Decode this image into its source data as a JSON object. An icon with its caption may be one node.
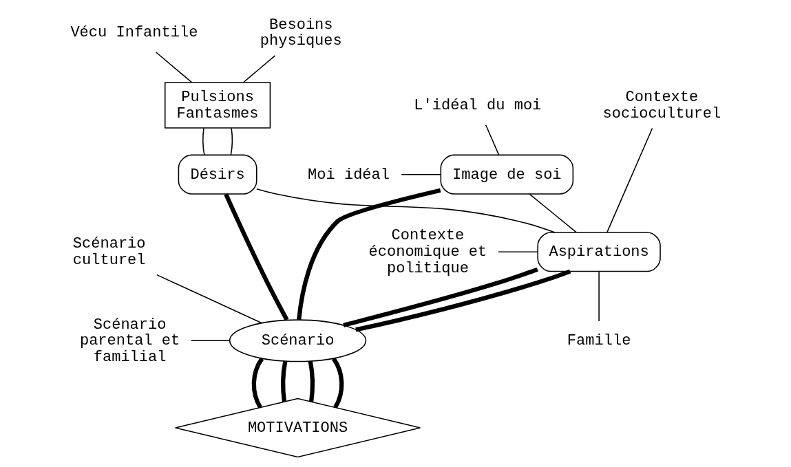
{
  "diagram": {
    "nodes": [
      {
        "text": [
          "Vécu Infantile"
        ]
      },
      {
        "text": [
          "Besoins physiques"
        ]
      },
      {
        "text": [
          "Pulsions Fantasmes"
        ]
      },
      {
        "text": [
          "Moi idéal"
        ]
      },
      {
        "text": [
          "Image de soi"
        ]
      },
      {
        "text": [
          "Désirs"
        ]
      },
      {
        "text": [
          "L'idéal du moi"
        ]
      },
      {
        "text": [
          "Contexte socioculturel"
        ]
      },
      {
        "text": [
          "Aspirations"
        ]
      },
      {
        "text": [
          "Contexte économique et politique"
        ]
      },
      {
        "text": [
          "Scénario parental et familial"
        ]
      },
      {
        "text": [
          "Scénario"
        ]
      },
      {
        "text": [
          "Famille"
        ]
      },
      {
        "text": [
          "Scénario culturel"
        ]
      },
      {
        "text": [
          "MOTIVATIONS"
        ]
      }
    ],
    "edges": [
      {
        "from": 0,
        "to": 2,
        "arrow": "none"
      },
      {
        "from": 1,
        "to": 2,
        "arrow": "none"
      },
      {
        "from": 2,
        "to": 5,
        "arrow": "none"
      },
      {
        "from": 2,
        "to": 5,
        "arrow": "none"
      },
      {
        "from": 3,
        "to": 4,
        "arrow": "none"
      },
      {
        "from": 6,
        "to": 4,
        "arrow": "none"
      },
      {
        "from": 4,
        "to": 8,
        "arrow": "none"
      },
      {
        "from": 5,
        "to": 8,
        "arrow": "none"
      },
      {
        "from": 7,
        "to": 8,
        "arrow": "none"
      },
      {
        "from": 9,
        "to": 8,
        "arrow": "none"
      },
      {
        "from": 12,
        "to": 8,
        "arrow": "none"
      },
      {
        "from": 4,
        "to": 11,
        "arrow": "none",
        "style": "thick"
      },
      {
        "from": 5,
        "to": 11,
        "arrow": "none",
        "style": "thick"
      },
      {
        "from": 8,
        "to": 11,
        "arrow": "none",
        "style": "thick"
      },
      {
        "from": 8,
        "to": 11,
        "arrow": "none",
        "style": "thick"
      },
      {
        "from": 10,
        "to": 11,
        "arrow": "none"
      },
      {
        "from": 13,
        "to": 11,
        "arrow": "none"
      },
      {
        "from": 11,
        "to": 14,
        "arrow": "none",
        "style": "thick"
      },
      {
        "from": 11,
        "to": 14,
        "arrow": "none",
        "style": "thick"
      },
      {
        "from": 11,
        "to": 14,
        "arrow": "none",
        "style": "thick"
      },
      {
        "from": 11,
        "to": 14,
        "arrow": "none",
        "style": "thick"
      }
    ]
  }
}
